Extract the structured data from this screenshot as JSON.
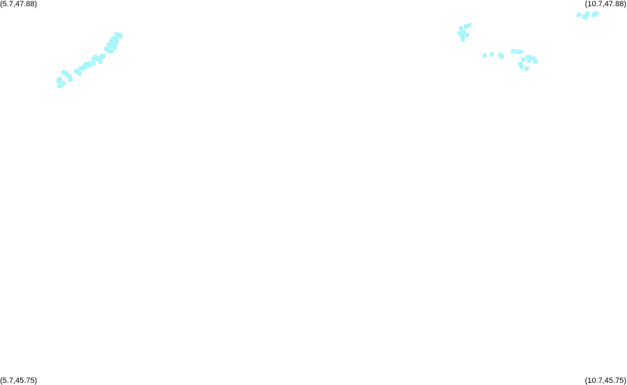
{
  "map": {
    "corner_labels": {
      "top_left": "(5.7,47.88)",
      "top_right": "(10.7,47.88)",
      "bottom_left": "(5.7,45.75)",
      "bottom_right": "(10.7,45.75)"
    },
    "extent": {
      "lon_min": 5.7,
      "lon_max": 10.7,
      "lat_min": 45.75,
      "lat_max": 47.88
    },
    "marker_color": "#a6f6fb",
    "marker_shape": "square",
    "points": [
      [
        6.167,
        47.433
      ],
      [
        6.178,
        47.442
      ],
      [
        6.261,
        47.438
      ],
      [
        6.176,
        47.405
      ],
      [
        6.189,
        47.41
      ],
      [
        6.205,
        47.421
      ],
      [
        6.208,
        47.48
      ],
      [
        6.225,
        47.475
      ],
      [
        6.24,
        47.463
      ],
      [
        6.255,
        47.456
      ],
      [
        6.308,
        47.488
      ],
      [
        6.321,
        47.482
      ],
      [
        6.334,
        47.472
      ],
      [
        6.344,
        47.501
      ],
      [
        6.365,
        47.509
      ],
      [
        6.378,
        47.507
      ],
      [
        6.383,
        47.525
      ],
      [
        6.398,
        47.526
      ],
      [
        6.413,
        47.519
      ],
      [
        6.426,
        47.53
      ],
      [
        6.447,
        47.527
      ],
      [
        6.446,
        47.555
      ],
      [
        6.461,
        47.565
      ],
      [
        6.466,
        47.554
      ],
      [
        6.486,
        47.558
      ],
      [
        6.499,
        47.539
      ],
      [
        6.509,
        47.565
      ],
      [
        6.523,
        47.57
      ],
      [
        6.548,
        47.61
      ],
      [
        6.563,
        47.604
      ],
      [
        6.577,
        47.598
      ],
      [
        6.591,
        47.596
      ],
      [
        6.567,
        47.634
      ],
      [
        6.581,
        47.627
      ],
      [
        6.598,
        47.624
      ],
      [
        6.616,
        47.618
      ],
      [
        6.585,
        47.649
      ],
      [
        6.598,
        47.655
      ],
      [
        6.613,
        47.65
      ],
      [
        6.624,
        47.642
      ],
      [
        6.605,
        47.667
      ],
      [
        6.622,
        47.666
      ],
      [
        6.633,
        47.663
      ],
      [
        6.63,
        47.69
      ],
      [
        6.652,
        47.685
      ],
      [
        6.661,
        47.681
      ],
      [
        9.367,
        47.695
      ],
      [
        9.395,
        47.7
      ],
      [
        9.423,
        47.687
      ],
      [
        9.377,
        47.722
      ],
      [
        9.414,
        47.733
      ],
      [
        9.442,
        47.74
      ],
      [
        9.386,
        47.685
      ],
      [
        9.39,
        47.663
      ],
      [
        9.565,
        47.573
      ],
      [
        9.622,
        47.58
      ],
      [
        9.69,
        47.576
      ],
      [
        9.702,
        47.567
      ],
      [
        9.791,
        47.597
      ],
      [
        9.83,
        47.594
      ],
      [
        9.853,
        47.592
      ],
      [
        9.91,
        47.565
      ],
      [
        9.93,
        47.562
      ],
      [
        9.955,
        47.557
      ],
      [
        9.849,
        47.526
      ],
      [
        9.86,
        47.509
      ],
      [
        9.9,
        47.5
      ],
      [
        9.874,
        47.55
      ],
      [
        9.92,
        47.545
      ],
      [
        9.97,
        47.54
      ],
      [
        10.315,
        47.798
      ],
      [
        10.359,
        47.788
      ],
      [
        10.375,
        47.785
      ],
      [
        10.384,
        47.806
      ],
      [
        10.436,
        47.798
      ],
      [
        10.454,
        47.806
      ]
    ]
  }
}
